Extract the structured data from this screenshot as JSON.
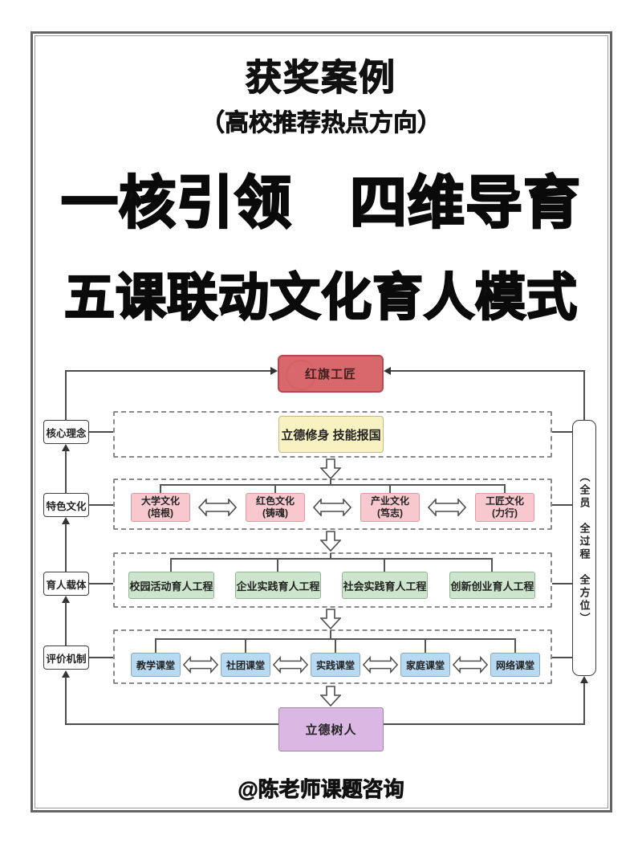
{
  "header": {
    "title": "获奖案例",
    "subtitle": "（高校推荐热点方向）",
    "headline1": "一核引领　四维导育",
    "headline2": "五课联动文化育人模式"
  },
  "diagram": {
    "top_box": "红旗工匠",
    "mission_box": "立德修身 技能报国",
    "left_labels": [
      "核心理念",
      "特色文化",
      "育人载体",
      "评价机制"
    ],
    "cultures": [
      {
        "name": "大学文化",
        "sub": "(培根)"
      },
      {
        "name": "红色文化",
        "sub": "(铸魂)"
      },
      {
        "name": "产业文化",
        "sub": "(笃志)"
      },
      {
        "name": "工匠文化",
        "sub": "(力行)"
      }
    ],
    "projects": [
      "校园活动育人工程",
      "企业实践育人工程",
      "社会实践育人工程",
      "创新创业育人工程"
    ],
    "classrooms": [
      "教学课堂",
      "社团课堂",
      "实践课堂",
      "家庭课堂",
      "网络课堂"
    ],
    "bottom_box": "立德树人",
    "right_banner": "（全员　全过程　全方位）"
  },
  "footer": {
    "credit": "@陈老师课题咨询"
  },
  "colors": {
    "top_box": "#d8686c",
    "mission_box": "#f8f2c3",
    "culture_box": "#f7c9ce",
    "project_box": "#cde5cc",
    "classroom_box": "#b7d9f1",
    "bottom_box": "#dbb8e4",
    "frame": "#646464",
    "line": "#4d4d4d"
  }
}
